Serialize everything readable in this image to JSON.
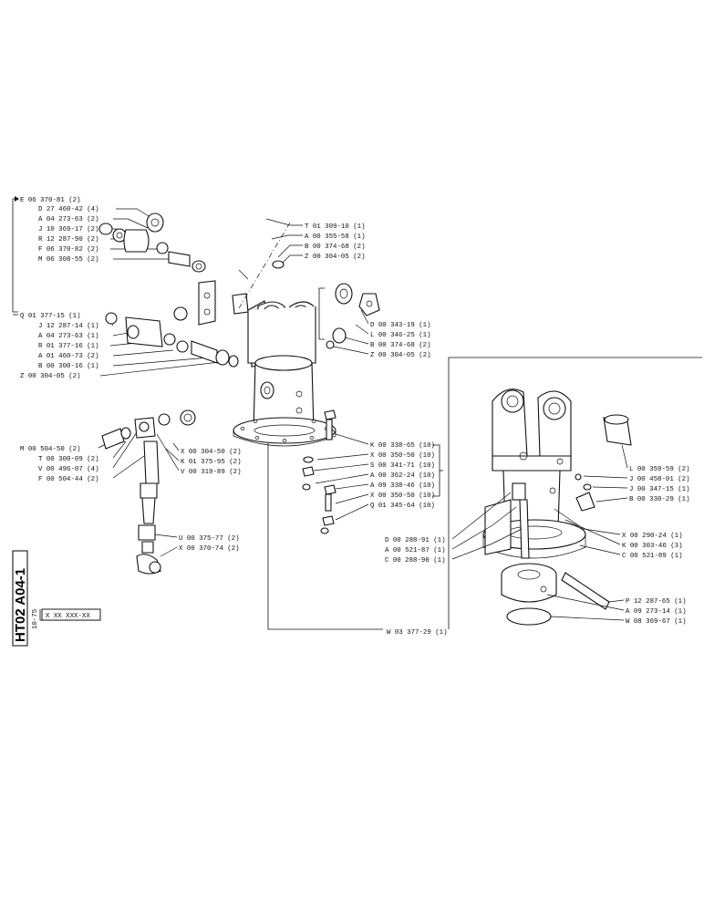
{
  "drawing": {
    "code": "HT02 A04-1",
    "date": "10-75",
    "ref_box": "X XX XXX-XX"
  },
  "callouts": {
    "left_a": [
      "E 06 370-81 (2)",
      "D 27 460-42 (4)",
      "A 04 273-63 (2)",
      "J 10 369-17 (2)",
      "R 12 287-90 (2)",
      "F 06 370-82 (2)",
      "M 06 308-55 (2)"
    ],
    "left_b": [
      "Q 01 377-15 (1)",
      "J 12 287-14 (1)",
      "A 04 273-63 (1)",
      "R 01 377-16 (1)",
      "A 01 460-73 (2)",
      "B 00 300-16 (1)",
      "Z 00 304-05 (2)"
    ],
    "top": [
      "T 01 309-10 (1)",
      "A 00 355-58 (1)",
      "B 00 374-68 (2)",
      "Z 00 304-05 (2)"
    ],
    "upper_right": [
      "D 00 343-19 (1)",
      "L 00 346-25 (1)",
      "B 00 374-68 (2)",
      "Z 00 304-05 (2)"
    ],
    "left_c": [
      "M 00 504-50 (2)",
      "T 00 300-09 (2)",
      "V 00 496-07 (4)",
      "F 00 504-44 (2)"
    ],
    "mid_c": [
      "X 00 304-50 (2)",
      "K 01 375-95 (2)",
      "V 00 319-89 (2)"
    ],
    "bolts": [
      "K 00 338-65 (10)",
      "X 00 350-50 (10)",
      "S 00 341-71 (10)",
      "A 00 362-24 (10)",
      "A 09 338-46 (10)",
      "X 00 350-50 (10)",
      "Q 01 345-64 (10)"
    ],
    "lower_left": [
      "U 00 375-77 (2)",
      "X 00 370-74 (2)"
    ],
    "box_right": [
      "L 00 359-59 (2)",
      "J 00 458-01 (2)",
      "J 00 347-15 (1)",
      "B 00 330-29 (1)"
    ],
    "box_left": [
      "D 00 288-91 (1)",
      "A 00 521-87 (1)",
      "C 00 288-90 (1)"
    ],
    "box_mid": [
      "X 00 290-24 (1)",
      "K 00 303-46 (3)",
      "C 00 521-89 (1)"
    ],
    "box_bottom": [
      "P 12 287-65 (1)",
      "A 09 273-14 (1)",
      "W 08 369-67 (1)"
    ],
    "assembly": "W 03 377-29 (1)"
  }
}
